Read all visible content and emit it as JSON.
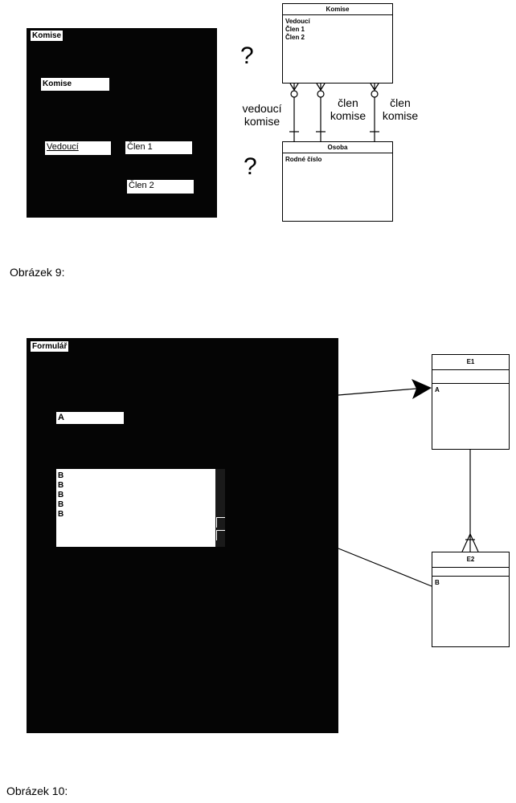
{
  "figure9": {
    "form": {
      "title": "Komise",
      "fields": {
        "komise": "Komise",
        "vedouci": "Vedoucí",
        "clen1": "Člen 1",
        "clen2": "Člen 2"
      }
    },
    "question_marks": [
      "?",
      "?"
    ],
    "entity_komise": {
      "name": "Komise",
      "attributes": [
        "Vedoucí",
        "Člen 1",
        "Člen 2"
      ]
    },
    "entity_osoba": {
      "name": "Osoba",
      "attributes": [
        "Rodné číslo"
      ]
    },
    "relationships": [
      {
        "line1": "vedoucí",
        "line2": "komise"
      },
      {
        "line1": "člen",
        "line2": "komise"
      },
      {
        "line1": "člen",
        "line2": "komise"
      }
    ],
    "caption": "Obrázek 9:"
  },
  "figure10": {
    "form": {
      "title": "Formulář",
      "field_a": "A",
      "list_rows": [
        "B",
        "B",
        "B",
        "B",
        "B"
      ]
    },
    "entity_e1": {
      "name": "E1",
      "attributes": [
        "A"
      ]
    },
    "entity_e2": {
      "name": "E2",
      "attributes": [
        "B"
      ]
    },
    "caption": "Obrázek 10:"
  }
}
